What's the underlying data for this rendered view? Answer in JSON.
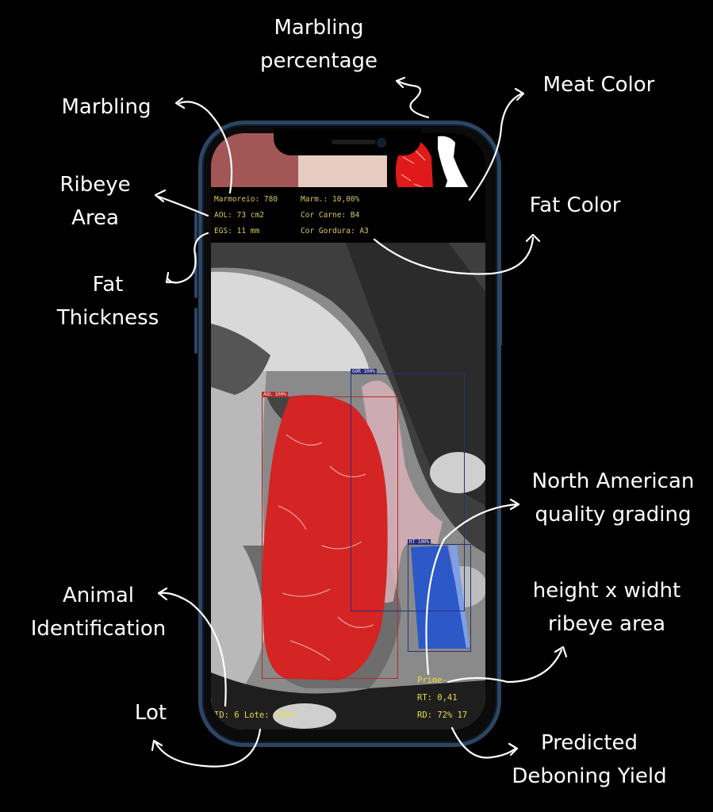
{
  "callouts": {
    "marbling_percentage": "Marbling\npercentage",
    "meat_color": "Meat Color",
    "marbling": "Marbling",
    "ribeye_area": "Ribeye\nArea",
    "fat_color": "Fat Color",
    "fat_thickness": "Fat\nThickness",
    "north_american_grading": "North American\nquality grading",
    "height_width": "height x widht\nribeye area",
    "animal_identification": "Animal\nIdentification",
    "lot": "Lot",
    "predicted_deboning_yield": "Predicted\nDeboning Yield"
  },
  "screen": {
    "swatches": {
      "marbling": "#a35656",
      "meat_color": "#e6cbc0"
    },
    "stats_left": [
      "Marmoreio: 780",
      "AOL: 73 cm2",
      "EGS: 11 mm"
    ],
    "stats_right": [
      "Marm.: 10,00%",
      "Cor Carne: B4",
      "Cor Gordura: A3"
    ],
    "box_labels": {
      "aol": "AOL 100%",
      "fat": "GOR 100%",
      "dim": "RT 100%"
    },
    "grade_lines": [
      "Prime-",
      "RT: 0,41",
      "RD: 72% 17"
    ],
    "id_line": "ID: 6 Lote: 2604"
  },
  "colors": {
    "phone_frame": "#2c4563",
    "overlay_text": "#e6df46",
    "ribeye_mask": "#d42424",
    "dim_mask": "#2d58c8"
  }
}
